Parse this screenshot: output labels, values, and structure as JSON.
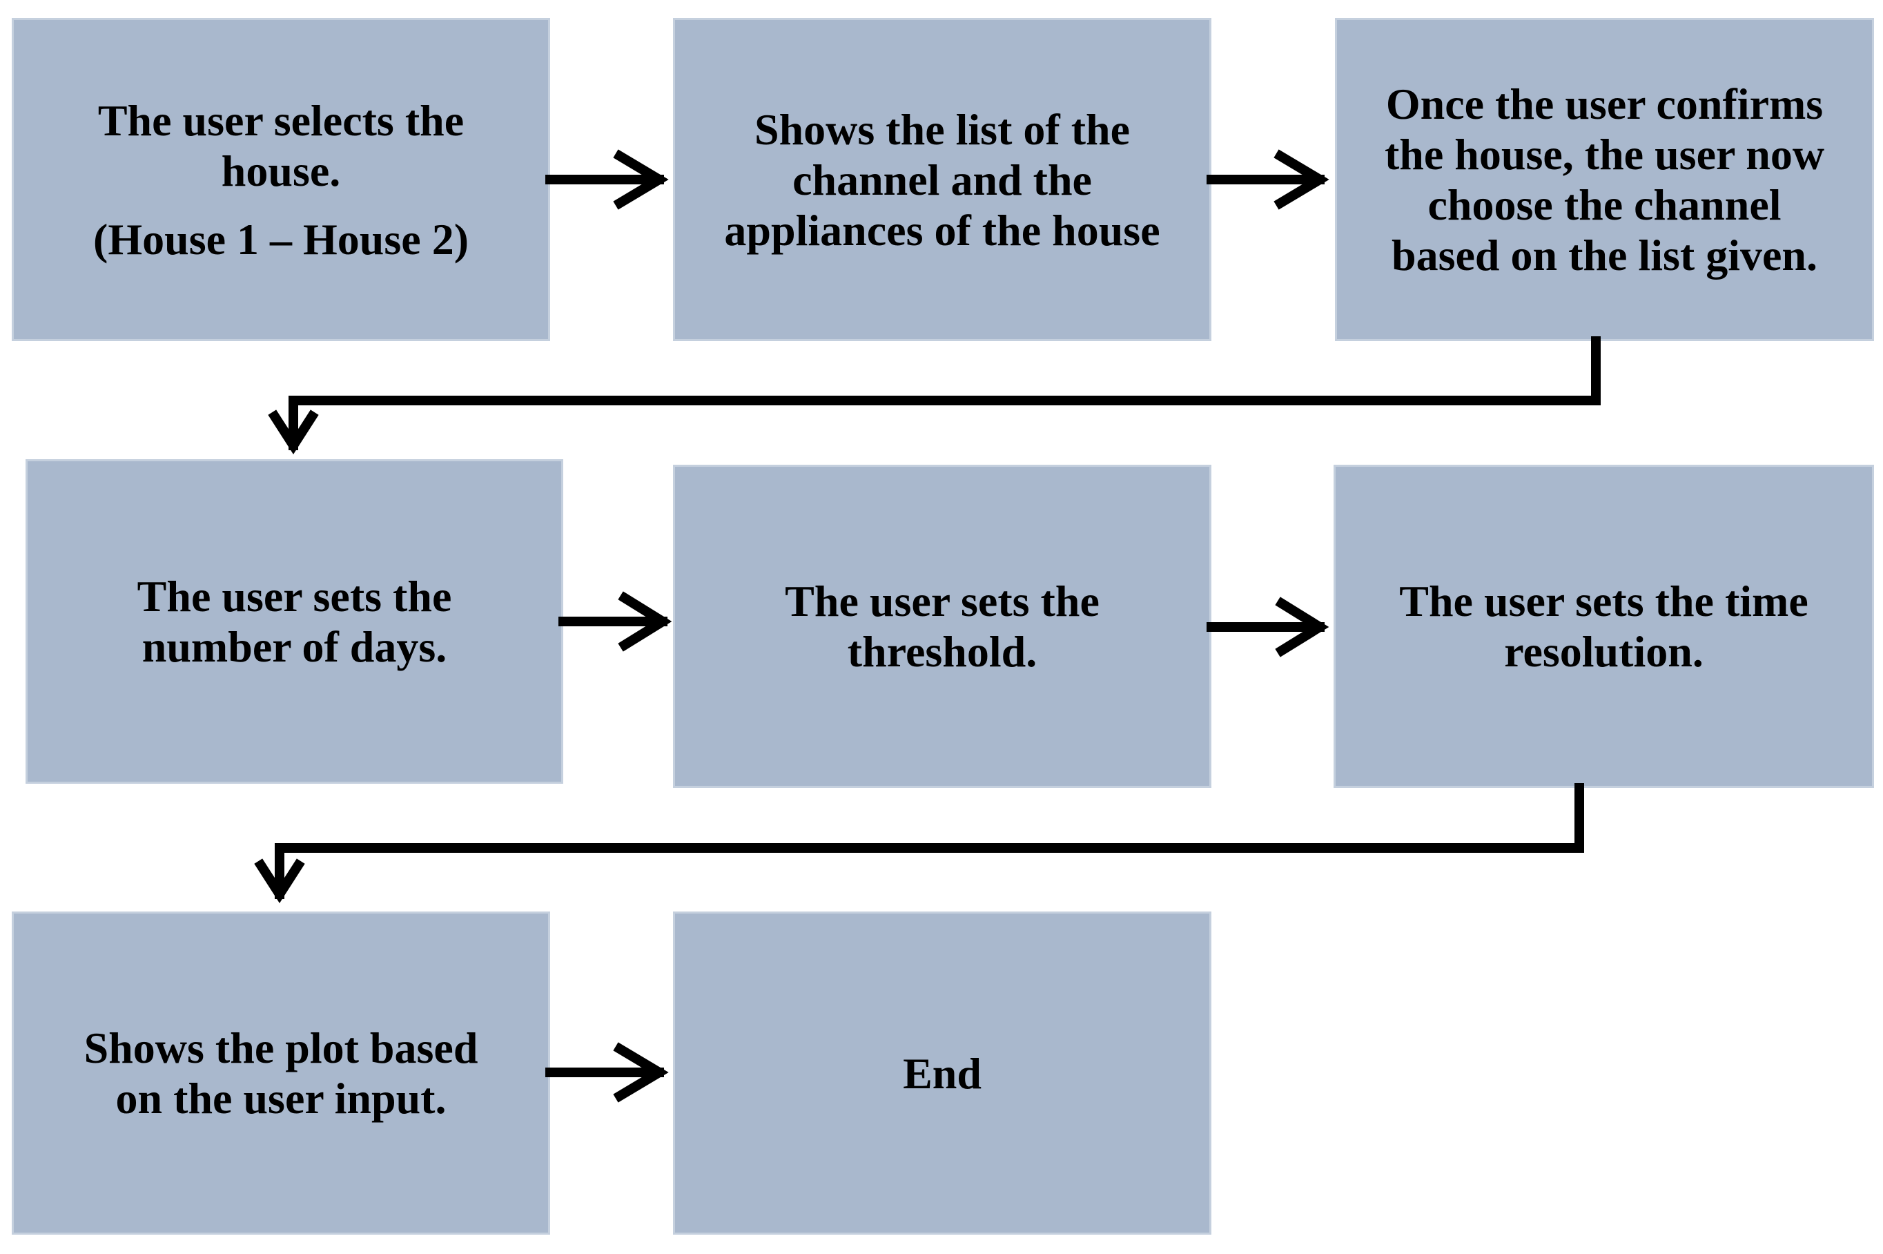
{
  "diagram": {
    "type": "flowchart",
    "steps": [
      {
        "id": "select-house",
        "lines": [
          "The user selects the",
          "house."
        ],
        "sub": "(House 1 – House 2)"
      },
      {
        "id": "show-channel-list",
        "lines": [
          "Shows the list of the",
          "channel and the",
          "appliances of the house"
        ]
      },
      {
        "id": "choose-channel",
        "lines": [
          "Once the user confirms",
          "the house, the user now",
          "choose the channel",
          "based on the list given."
        ]
      },
      {
        "id": "set-days",
        "lines": [
          "The user sets the",
          "number of days."
        ]
      },
      {
        "id": "set-threshold",
        "lines": [
          "The user sets the",
          "threshold."
        ]
      },
      {
        "id": "set-time-resolution",
        "lines": [
          "The user sets the time",
          "resolution."
        ]
      },
      {
        "id": "show-plot",
        "lines": [
          "Shows the plot based",
          "on the user input."
        ]
      },
      {
        "id": "end",
        "lines": [
          "End"
        ]
      }
    ],
    "colors": {
      "box_fill": "#a9b8cd",
      "box_border": "#c5d0de",
      "text": "#000000",
      "arrow": "#000000"
    }
  }
}
